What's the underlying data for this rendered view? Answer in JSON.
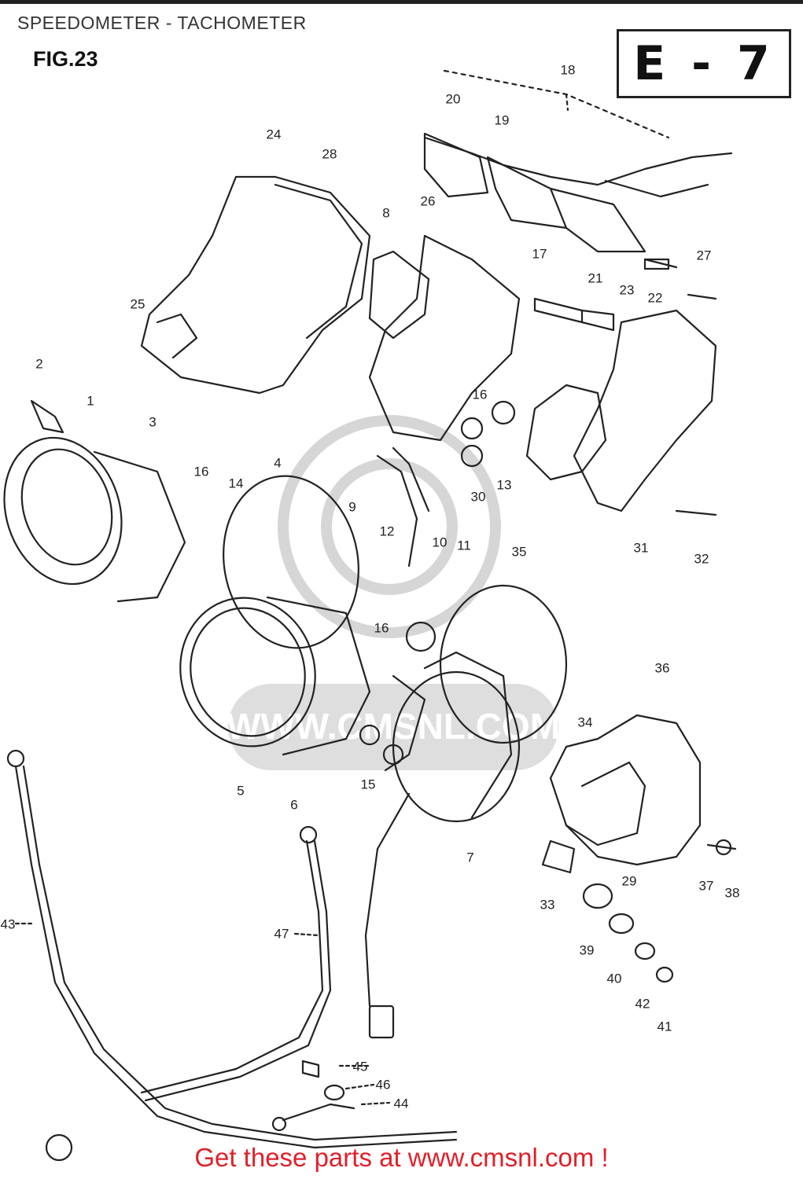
{
  "header": {
    "title": "SPEEDOMETER - TACHOMETER"
  },
  "figure": {
    "label": "FIG.23",
    "code": "E - 7"
  },
  "callouts": [
    "18",
    "20",
    "19",
    "24",
    "28",
    "26",
    "8",
    "17",
    "27",
    "21",
    "22",
    "23",
    "25",
    "2",
    "1",
    "3",
    "16",
    "16",
    "4",
    "14",
    "9",
    "30",
    "13",
    "12",
    "10",
    "11",
    "31",
    "32",
    "35",
    "16",
    "36",
    "34",
    "5",
    "6",
    "15",
    "7",
    "29",
    "37",
    "38",
    "33",
    "39",
    "40",
    "42",
    "41",
    "43",
    "47",
    "45",
    "46",
    "44"
  ],
  "watermark": {
    "text": "WWW.CMSNL.COM"
  },
  "footer": {
    "text": "Get these parts at www.cmsnl.com !"
  },
  "colors": {
    "footer": "#e0202a",
    "ink": "#222222",
    "watermark": "#cccccc"
  }
}
